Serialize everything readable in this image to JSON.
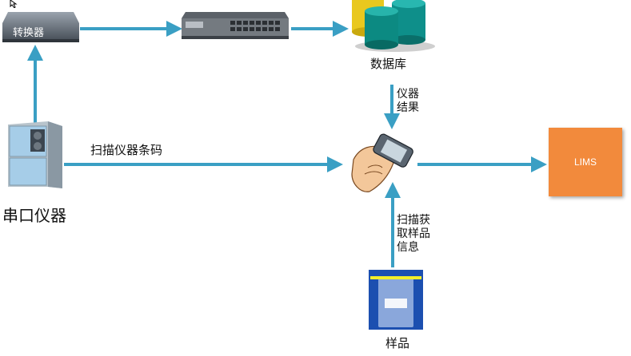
{
  "nodes": {
    "converter": {
      "label": "转换器"
    },
    "switch": {
      "label": ""
    },
    "database": {
      "label": "数据库"
    },
    "serial_instrument": {
      "label": "串口仪器"
    },
    "handheld": {
      "label": ""
    },
    "lims": {
      "label": "LIMS"
    },
    "sample": {
      "label": "样品"
    }
  },
  "edges": {
    "scan_barcode": {
      "label": "扫描仪器条码"
    },
    "instrument_result": {
      "line1": "仪器",
      "line2": "结果"
    },
    "scan_sample": {
      "line1": "扫描获",
      "line2": "取样品",
      "line3": "信息"
    }
  },
  "colors": {
    "arrow": "#3a9fc4",
    "lims": "#f28a3c",
    "sample_bg": "#1c4fb0"
  }
}
